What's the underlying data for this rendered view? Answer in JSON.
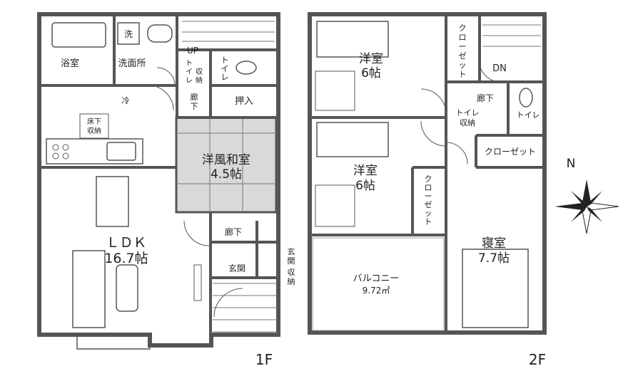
{
  "floor1": {
    "label": "1F",
    "bath": "浴室",
    "washroom": "洗面所",
    "washer": "洗",
    "up": "UP",
    "toilet_storage": [
      "ト",
      "イ",
      "レ",
      "収",
      "納"
    ],
    "toilet": [
      "ト",
      "イ",
      "レ"
    ],
    "hall_top": [
      "廊",
      "下"
    ],
    "closet": "押入",
    "fridge": "冷",
    "underfloor": [
      "床下",
      "収納"
    ],
    "tatami_room": [
      "洋風和室",
      "4.5帖"
    ],
    "ldk": [
      "ＬＤＫ",
      "16.7帖"
    ],
    "hall_bottom": "廊下",
    "entrance": "玄関",
    "entrance_storage": [
      "玄",
      "関",
      "収",
      "納"
    ]
  },
  "floor2": {
    "label": "2F",
    "room_top": [
      "洋室",
      "6帖"
    ],
    "room_mid": [
      "洋室",
      "6帖"
    ],
    "closet_top": [
      "ク",
      "ロ",
      "ー",
      "ゼ",
      "ッ",
      "ト"
    ],
    "closet_mid": [
      "ク",
      "ロ",
      "ー",
      "ゼ",
      "ッ",
      "ト"
    ],
    "closet_right": "クローゼット",
    "dn": "DN",
    "hall": "廊下",
    "toilet_storage": [
      "トイレ",
      "収納"
    ],
    "toilet": "トイレ",
    "balcony": [
      "バルコニー",
      "9.72㎡"
    ],
    "bedroom": [
      "寝室",
      "7.7帖"
    ]
  },
  "compass": {
    "north": "N"
  }
}
